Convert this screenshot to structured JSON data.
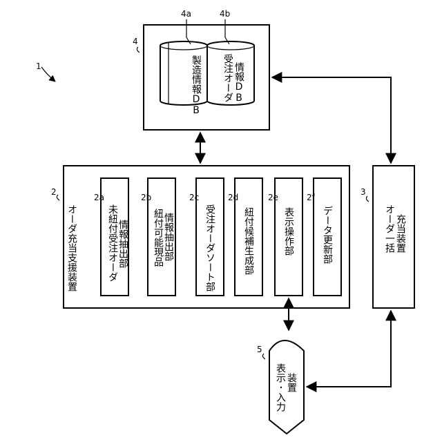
{
  "system_ref": "1",
  "db_unit": {
    "ref": "4",
    "db_a": {
      "ref": "4a",
      "label": "製造情報DB"
    },
    "db_b": {
      "ref": "4b",
      "label_line1": "受注オーダ",
      "label_line2": "情報DB"
    }
  },
  "support_device": {
    "ref": "2",
    "title": "オーダ充当支援装置",
    "modules": [
      {
        "ref": "2a",
        "line1": "未紐付受注オーダ",
        "line2": "情報抽出部"
      },
      {
        "ref": "2b",
        "line1": "紐付可能現品",
        "line2": "情報抽出部"
      },
      {
        "ref": "2c",
        "line1": "受注オーダソート部",
        "line2": ""
      },
      {
        "ref": "2d",
        "line1": "紐付候補生成部",
        "line2": ""
      },
      {
        "ref": "2e",
        "line1": "表示操作部",
        "line2": ""
      },
      {
        "ref": "2f",
        "line1": "データ更新部",
        "line2": ""
      }
    ]
  },
  "bulk_device": {
    "ref": "3",
    "line1": "オーダ一括",
    "line2": "充当装置"
  },
  "display_device": {
    "ref": "5",
    "line1": "表示･入力",
    "line2": "装置"
  }
}
